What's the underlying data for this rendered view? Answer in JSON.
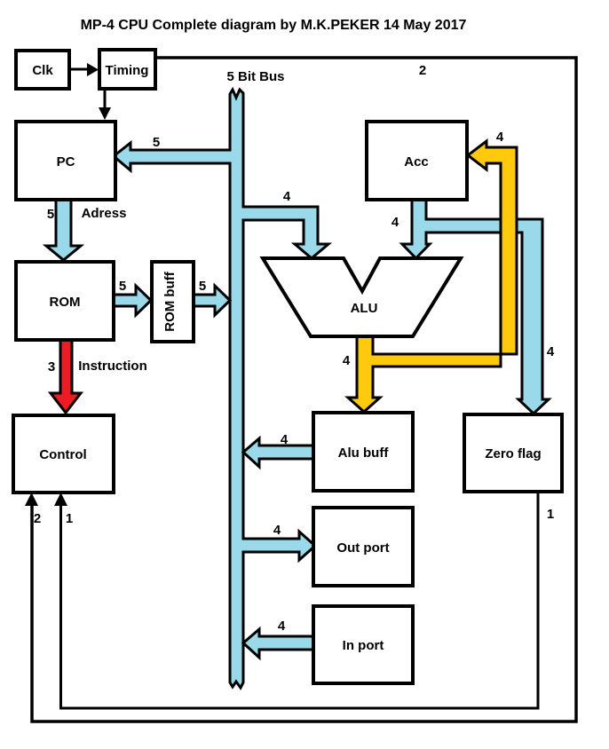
{
  "title": "MP-4  CPU Complete diagram by M.K.PEKER 14 May 2017",
  "colors": {
    "bus_blue": "#99D9EA",
    "gold": "#FFC90E",
    "red": "#ED1C24"
  },
  "blocks": {
    "clk": "Clk",
    "timing": "Timing",
    "pc": "PC",
    "rom": "ROM",
    "rom_buff": "ROM buff",
    "control": "Control",
    "alu": "ALU",
    "acc": "Acc",
    "alu_buff": "Alu buff",
    "zero_flag": "Zero flag",
    "out_port": "Out port",
    "in_port": "In port"
  },
  "labels": {
    "bus_name": "5 Bit Bus",
    "adress": "Adress",
    "instruction": "Instruction"
  },
  "widths": {
    "timing_loop": "2",
    "bus_to_pc": "5",
    "adress": "5",
    "rom_out": "5",
    "rombuff_out": "5",
    "instruction": "3",
    "bus_to_alu": "4",
    "acc_to_alu": "4",
    "alu_to_acc": "4",
    "acc_to_zero": "4",
    "alu_out": "4",
    "alubuff_to_bus": "4",
    "bus_to_outport": "4",
    "inport_to_bus": "4",
    "zero_to_control": "1",
    "control_in_2": "2",
    "control_in_1": "1"
  }
}
